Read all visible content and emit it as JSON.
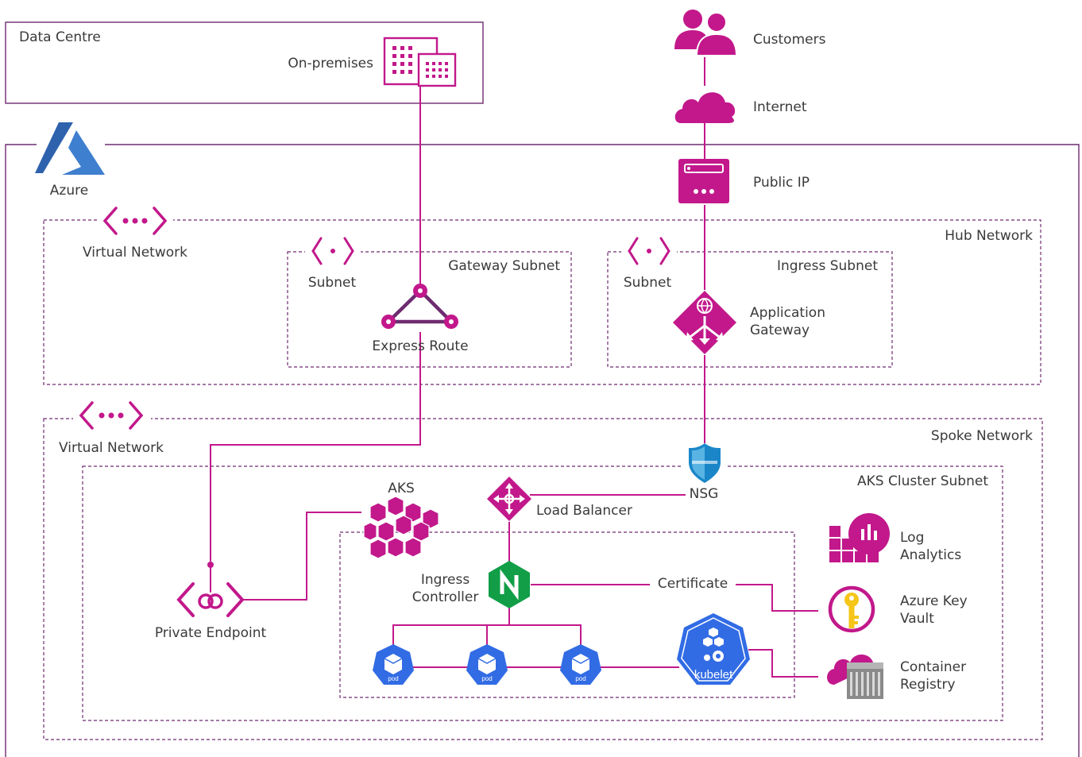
{
  "colors": {
    "accent": "#c2188b",
    "boundary": "#6e2b70",
    "text": "#3a3a3a",
    "azure_blue": "#3a6fb8",
    "nginx_green": "#119e47",
    "kube_blue": "#326ce5",
    "keyvault_yellow": "#f5c518",
    "registry_gray": "#8a8a8a",
    "nsg_blue": "#1a86c8"
  },
  "groups": {
    "data_centre": "Data Centre",
    "hub_network": "Hub Network",
    "spoke_network": "Spoke Network",
    "gateway_subnet": "Gateway Subnet",
    "ingress_subnet": "Ingress Subnet",
    "aks_cluster_subnet": "AKS Cluster Subnet"
  },
  "nodes": {
    "on_premises": "On-premises",
    "customers": "Customers",
    "internet": "Internet",
    "public_ip": "Public IP",
    "azure": "Azure",
    "vnet_hub": "Virtual Network",
    "vnet_spoke": "Virtual Network",
    "subnet_gateway": "Subnet",
    "subnet_ingress": "Subnet",
    "express_route": "Express Route",
    "app_gateway": "Application Gateway",
    "nsg": "NSG",
    "aks": "AKS",
    "load_balancer": "Load Balancer",
    "ingress_controller": "Ingress Controller",
    "private_endpoint": "Private Endpoint",
    "log_analytics": "Log Analytics",
    "key_vault": "Azure Key Vault",
    "container_registry": "Container Registry",
    "certificate": "Certificate",
    "pod": "pod",
    "kubelet": "kubelet"
  },
  "icons": {
    "on_premises": "buildings-icon",
    "customers": "users-icon",
    "internet": "cloud-icon",
    "public_ip": "public-ip-icon",
    "azure": "azure-logo-icon",
    "vnet": "virtual-network-icon",
    "subnet": "subnet-icon",
    "express_route": "express-route-icon",
    "app_gateway": "application-gateway-icon",
    "nsg": "shield-icon",
    "aks": "aks-cubes-icon",
    "load_balancer": "load-balancer-icon",
    "ingress_controller": "nginx-icon",
    "private_endpoint": "private-endpoint-icon",
    "log_analytics": "log-analytics-icon",
    "key_vault": "key-vault-icon",
    "container_registry": "container-registry-icon",
    "pod": "kubernetes-pod-icon",
    "kubelet": "kubelet-icon"
  }
}
